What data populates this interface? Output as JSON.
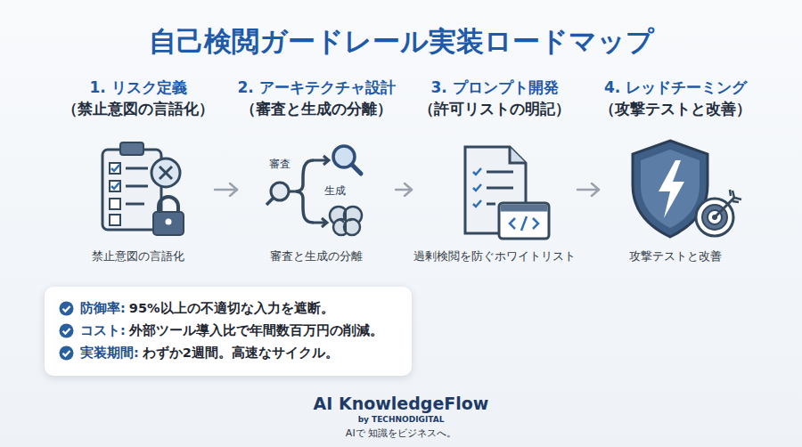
{
  "diagram": {
    "title": "自己検閲ガードレール実装ロードマップ",
    "nodes": [
      {
        "text": [
          "1. リスク定義",
          "（禁止意図の言語化）",
          "禁止意図の言語化"
        ]
      },
      {
        "text": [
          "2. アーキテクチャ設計",
          "（審査と生成の分離）",
          "審査と生成の分離"
        ]
      },
      {
        "text": [
          "3. プロンプト開発",
          "（許可リストの明記）",
          "過剰検閲を防ぐホワイトリスト"
        ]
      },
      {
        "text": [
          "4. レッドチーミング",
          "（攻撃テストと改善）",
          "攻撃テストと改善"
        ]
      },
      {
        "text": [
          "防御率:",
          "95%以上の不適切な入力を遮断。",
          "コスト:",
          "外部ツール導入比で年間数百万円の削減。",
          "実装期間:",
          "わずか2週間。高速なサイクル。"
        ]
      }
    ],
    "edges": [
      {
        "from": 0,
        "to": 1,
        "arrow": "to"
      },
      {
        "from": 1,
        "to": 2,
        "arrow": "to"
      },
      {
        "from": 2,
        "to": 3,
        "arrow": "to"
      }
    ],
    "labels": [
      "審査",
      "生成",
      "AI KnowledgeFlow",
      "by TECHNODIGITAL",
      "AIで 知識をビジネスへ。"
    ]
  }
}
